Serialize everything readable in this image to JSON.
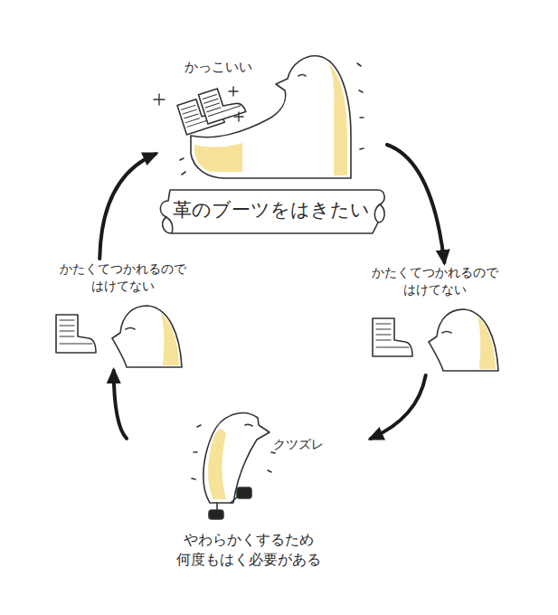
{
  "diagram": {
    "nodes": [
      {
        "text": [
          "革のブーツをはきたい"
        ]
      },
      {
        "text": [
          "かたくてつかれるので はけてない"
        ]
      },
      {
        "text": [
          "クツズレ",
          "やわらかくするため 何度もはく必要がある"
        ]
      },
      {
        "text": [
          "かたくてつかれるので はけてない"
        ]
      }
    ],
    "edges": [
      {
        "from": 0,
        "to": 1,
        "arrow": "to"
      },
      {
        "from": 1,
        "to": 2,
        "arrow": "to"
      },
      {
        "from": 2,
        "to": 3,
        "arrow": "to"
      },
      {
        "from": 3,
        "to": 0,
        "arrow": "to"
      }
    ],
    "labels": [
      "かっこいい"
    ]
  }
}
